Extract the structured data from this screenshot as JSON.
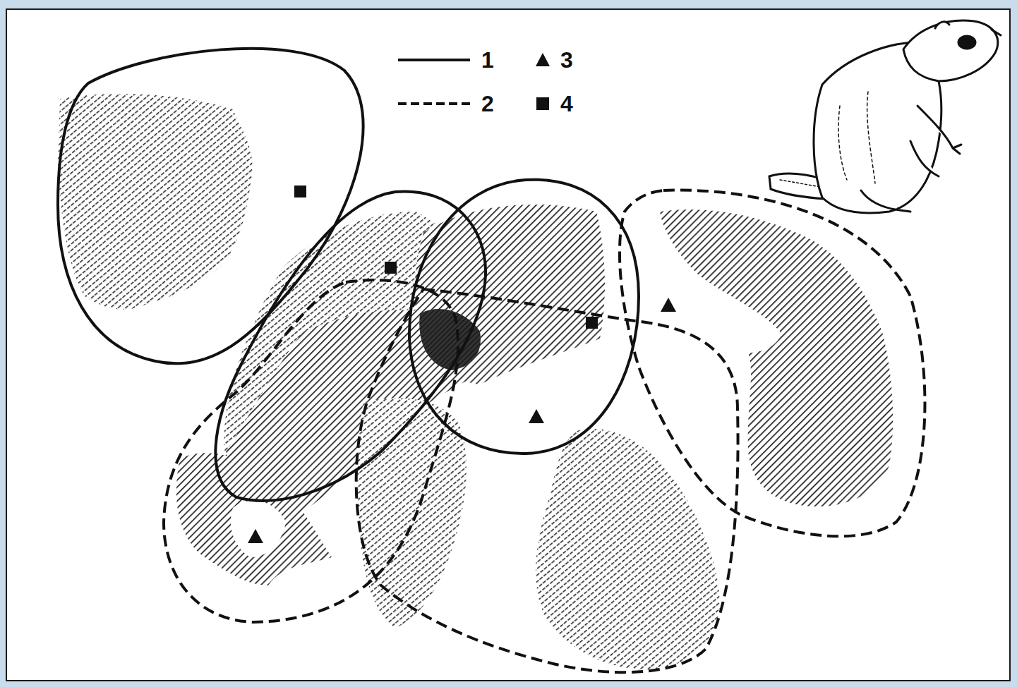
{
  "diagram": {
    "legend": [
      {
        "text": "1"
      },
      {
        "text": "2"
      },
      {
        "text": "3"
      },
      {
        "text": "4"
      }
    ]
  }
}
